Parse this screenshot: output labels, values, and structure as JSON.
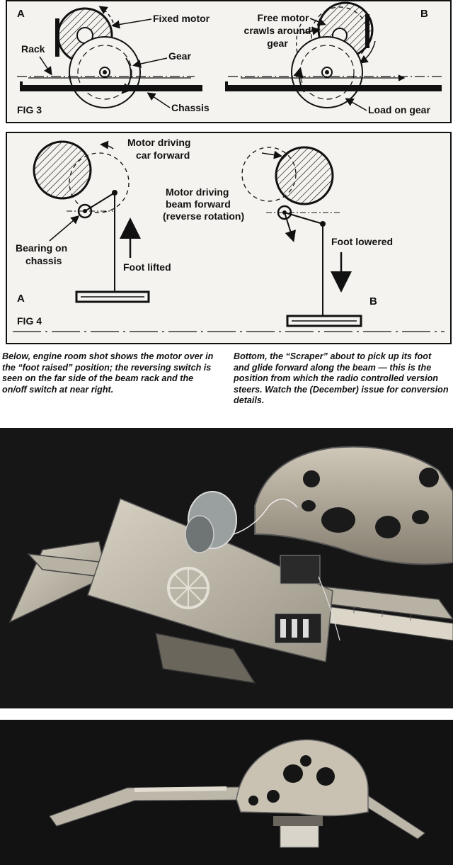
{
  "fig3": {
    "fig_label": "FIG 3",
    "panel_a": "A",
    "panel_b": "B",
    "labels": {
      "fixed_motor": "Fixed motor",
      "free_motor_1": "Free motor",
      "free_motor_2": "crawls around",
      "free_motor_3": "gear",
      "rack": "Rack",
      "gear": "Gear",
      "chassis": "Chassis",
      "load_on_gear": "Load on gear"
    }
  },
  "fig4": {
    "fig_label": "FIG 4",
    "panel_a": "A",
    "panel_b": "B",
    "labels": {
      "motor_car_1": "Motor driving",
      "motor_car_2": "car forward",
      "motor_beam_1": "Motor driving",
      "motor_beam_2": "beam forward",
      "motor_beam_3": "(reverse rotation)",
      "bearing_1": "Bearing on",
      "bearing_2": "chassis",
      "foot_lifted": "Foot lifted",
      "foot_lowered": "Foot lowered"
    }
  },
  "captions": {
    "left": "Below, engine room shot shows the motor over in the “foot raised” position; the reversing switch is seen on the far side of the beam rack and the on/off switch at near right.",
    "right": "Bottom, the “Scraper” about to pick up its foot and glide forward along the beam — this is the position from which the radio controlled version steers. Watch the (December) issue for conversion details."
  }
}
